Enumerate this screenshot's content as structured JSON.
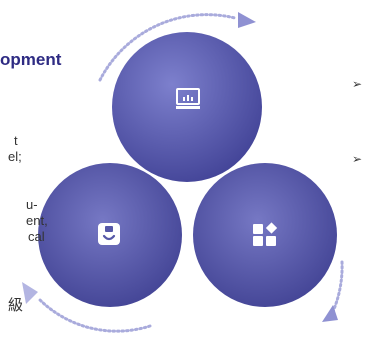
{
  "heading": "opment",
  "text_lines": [
    "t",
    "el;",
    "u-",
    "ent,",
    "cal",
    "級"
  ],
  "bullets": [
    "➢",
    "➢"
  ],
  "circles": [
    {
      "name": "top-circle",
      "icon": "monitor-chart-icon"
    },
    {
      "name": "left-circle",
      "icon": "tablet-user-icon"
    },
    {
      "name": "right-circle",
      "icon": "apps-grid-icon"
    }
  ],
  "colors": {
    "circle_light": "#7b7ec8",
    "circle_dark": "#3b3d8f",
    "heading": "#2e2b83",
    "arrow": "#9ea0d8"
  }
}
